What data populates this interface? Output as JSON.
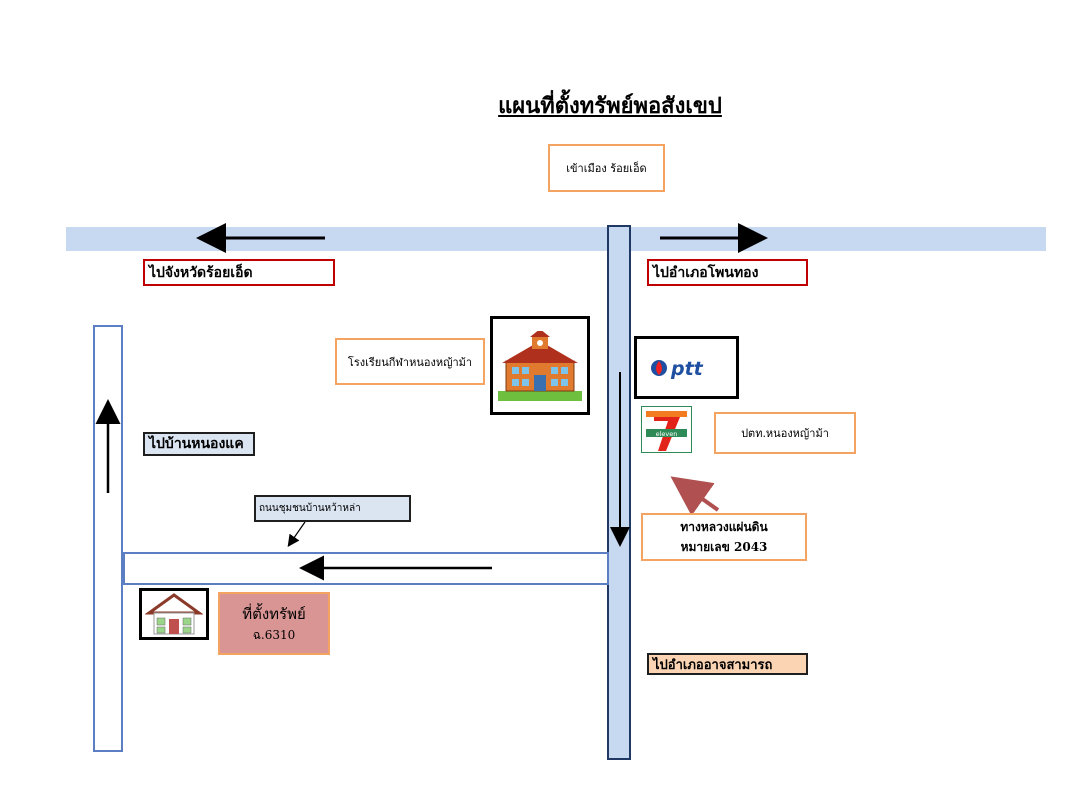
{
  "map": {
    "title": "แผนที่ตั้งทรัพย์พอสังเขป",
    "labels": {
      "top_center": "เข้าเมือง ร้อยเอ็ด",
      "to_roi_et": "ไปจังหวัดร้อยเอ็ด",
      "to_phon_thong": "ไปอำเภอโพนทอง",
      "school": "โรงเรียนกีฬาหนองหญ้าม้า",
      "village": "ไปบ้านหนองแค",
      "community_road": "ถนนชุมชนบ้านหว้าหล่า",
      "post_office": "ปตท.หนองหญ้าม้า",
      "highway_line1": "ทางหลวงแผ่นดิน",
      "highway_line2": "หมายเลข 2043",
      "property_line1": "ที่ตั้งทรัพย์",
      "property_line2": "ฉ.6310",
      "to_at_samat": "ไปอำเภออาจสามารถ"
    },
    "logos": {
      "ptt": "ptt",
      "seven_eleven": "eleven"
    },
    "colors": {
      "road": "#c6d9f0",
      "property_box": "#d99594",
      "label_orange_border": "#f4a460",
      "label_red_border": "#c00000",
      "at_samat_fill": "#fbd4b4"
    }
  }
}
